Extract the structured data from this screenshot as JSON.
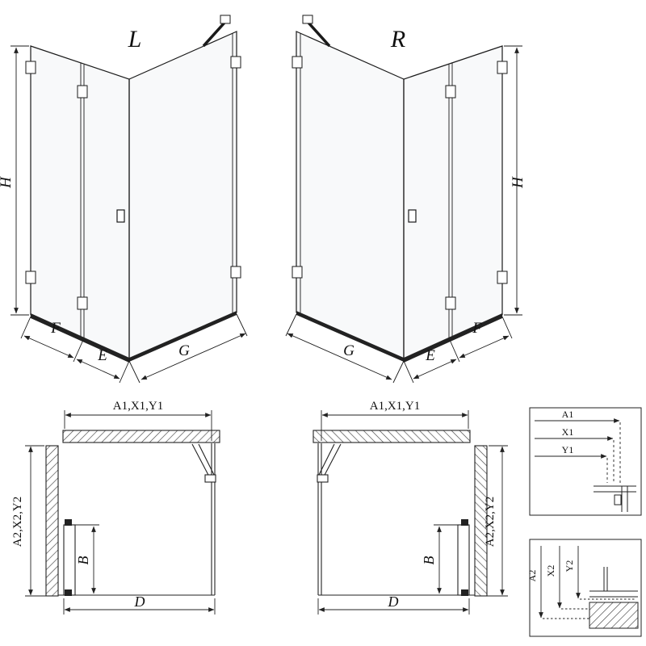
{
  "colors": {
    "line": "#1a1a1a",
    "background": "#ffffff",
    "rail": "#222222"
  },
  "iso_left": {
    "variant": "L",
    "height": "H",
    "fixed": "F",
    "door": "E",
    "side": "G"
  },
  "iso_right": {
    "variant": "R",
    "height": "H",
    "fixed": "F",
    "door": "E",
    "side": "G"
  },
  "plan_left": {
    "top": "A1,X1,Y1",
    "side": "A2,X2,Y2",
    "door": "B",
    "bottom": "D"
  },
  "plan_right": {
    "top": "A1,X1,Y1",
    "side": "A2,X2,Y2",
    "door": "B",
    "bottom": "D"
  },
  "detail_top": {
    "dims": [
      "A1",
      "X1",
      "Y1"
    ]
  },
  "detail_bottom": {
    "dims": [
      "A2",
      "X2",
      "Y2"
    ]
  }
}
